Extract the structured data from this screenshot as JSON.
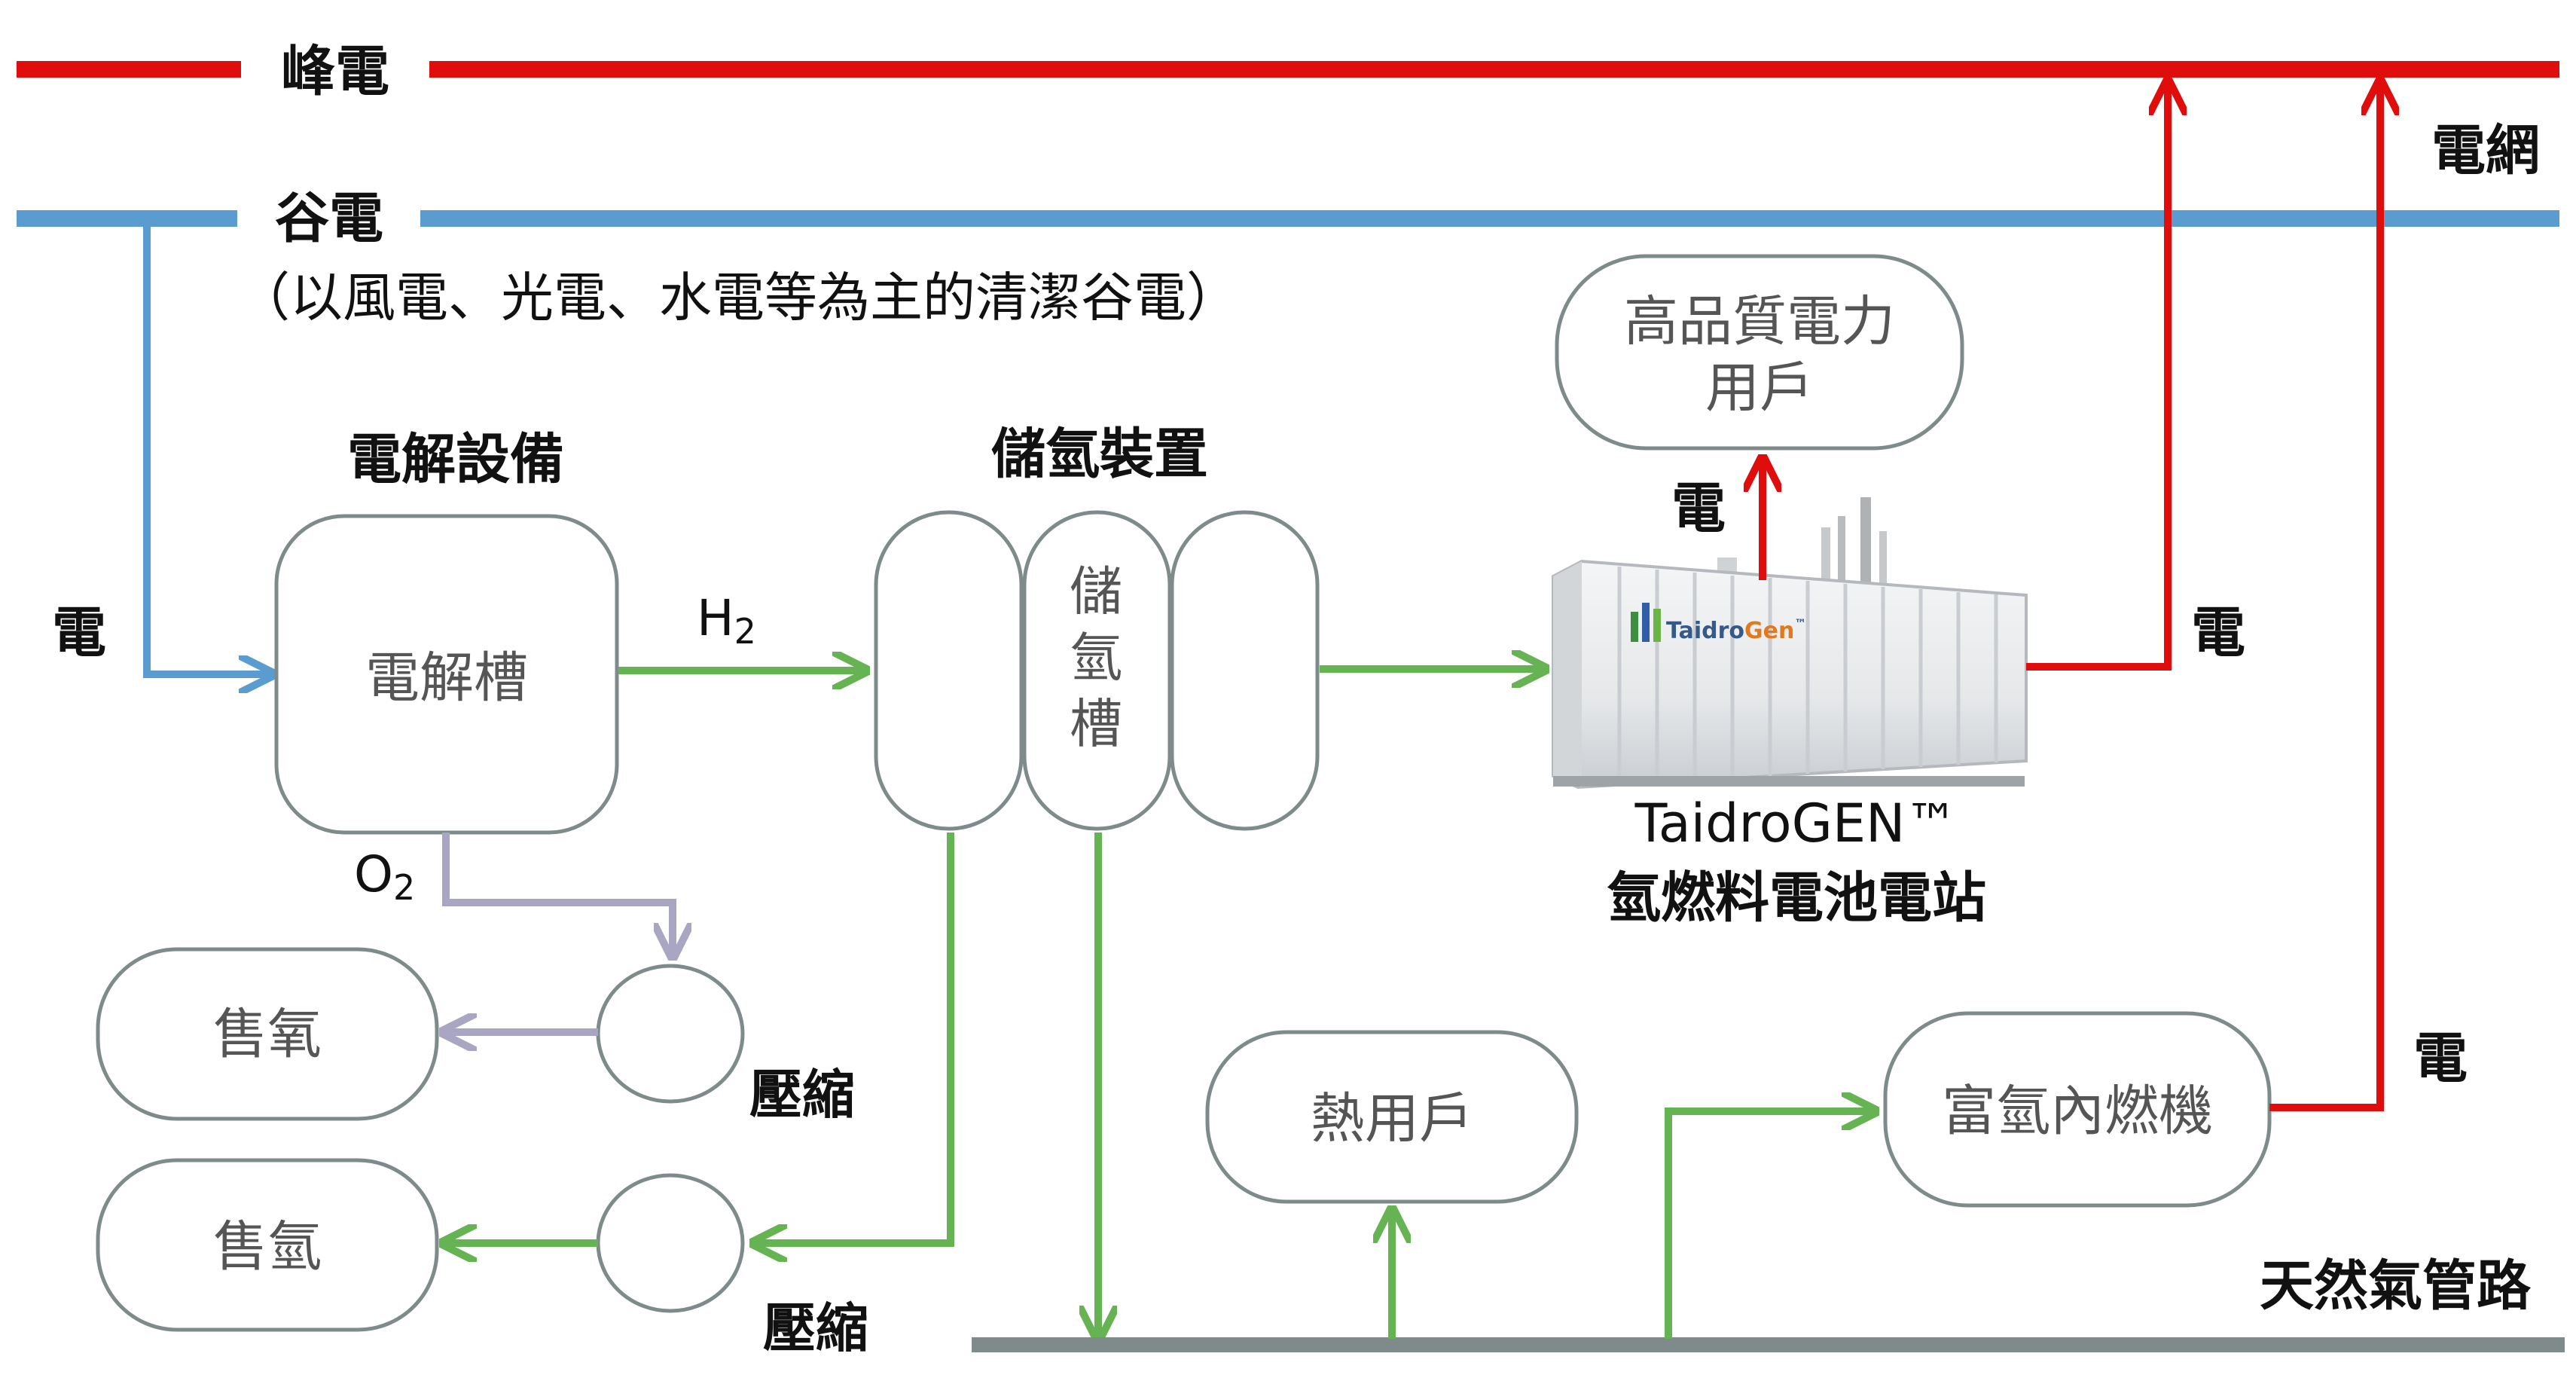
{
  "grid": {
    "peak_label": "峰電",
    "valley_label": "谷電",
    "valley_note": "（以風電、光電、水電等為主的清潔谷電）",
    "grid_label": "電網",
    "peak_color": "#e00d0d",
    "valley_color": "#5a9bd0"
  },
  "flow_colors": {
    "hydrogen": "#66b354",
    "oxygen": "#a8a6c2",
    "electric": "#e00d0d",
    "gas_pipe": "#7f8a8a"
  },
  "electrolysis": {
    "title": "電解設備",
    "box_label": "電解槽",
    "input_label": "電",
    "h2_label": "H",
    "h2_sub": "2",
    "o2_label": "O",
    "o2_sub": "2"
  },
  "storage": {
    "title": "儲氫裝置",
    "tank_label_1": "儲",
    "tank_label_2": "氫",
    "tank_label_3": "槽"
  },
  "station": {
    "logo_text_1": "Taidro",
    "logo_text_2": "Gen",
    "tm": "™",
    "name_line_1": "TaidroGEN™",
    "name_line_2": "氫燃料電池電站",
    "up_label": "電",
    "right_label": "電"
  },
  "high_quality_user": {
    "line_1": "高品質電力",
    "line_2": "用戶"
  },
  "compress_o2": {
    "label": "壓縮",
    "sell_label": "售氧"
  },
  "compress_h2": {
    "label": "壓縮",
    "sell_label": "售氫"
  },
  "heat_user": {
    "label": "熱用戶"
  },
  "ice": {
    "label": "富氫內燃機",
    "out_label": "電"
  },
  "gas_pipeline": {
    "label": "天然氣管路"
  }
}
